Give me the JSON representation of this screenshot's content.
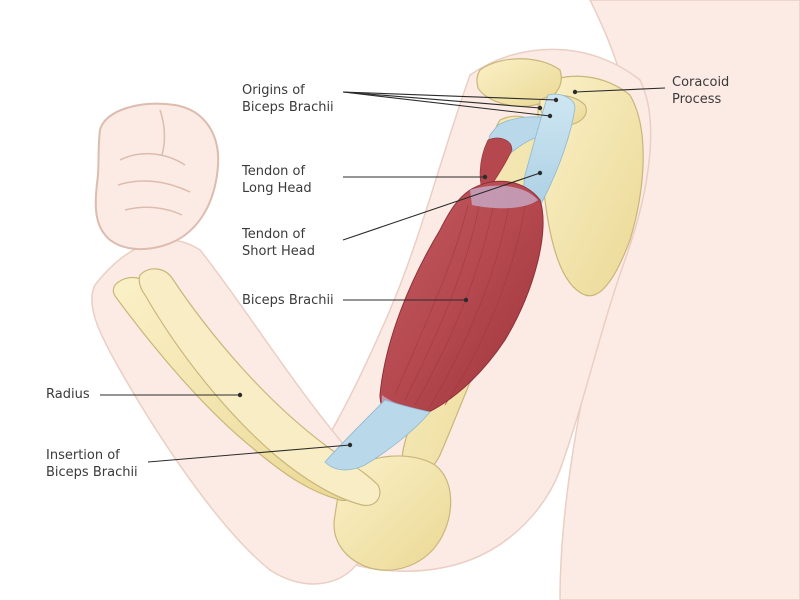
{
  "labels": {
    "origins": [
      "Origins of",
      "Biceps Brachii"
    ],
    "coracoid": [
      "Coracoid",
      "Process"
    ],
    "tendon_long": [
      "Tendon of",
      "Long Head"
    ],
    "tendon_short": [
      "Tendon of",
      "Short Head"
    ],
    "biceps": [
      "Biceps Brachii"
    ],
    "radius": [
      "Radius"
    ],
    "insertion": [
      "Insertion of",
      "Biceps Brachii"
    ]
  },
  "colors": {
    "skin": "#fcebe4",
    "skin_outline": "#e9cfc4",
    "bone": "#f6eab9",
    "bone_shadow": "#e8d798",
    "bone_outline": "#c9b67a",
    "muscle": "#b5484f",
    "muscle_dark": "#8f2f36",
    "tendon": "#b9d9ea",
    "leader": "#2b2b2b",
    "text": "#3a3a3a"
  }
}
